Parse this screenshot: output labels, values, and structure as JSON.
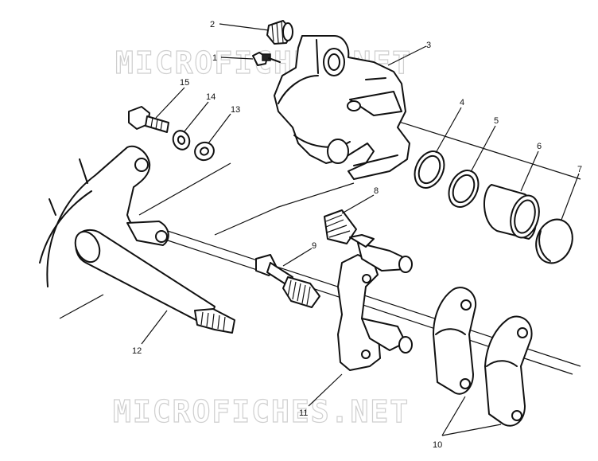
{
  "watermark": {
    "text": "MICROFICHES.NET"
  },
  "callouts": [
    {
      "id": "c1",
      "label": "1"
    },
    {
      "id": "c2",
      "label": "2"
    },
    {
      "id": "c3",
      "label": "3"
    },
    {
      "id": "c4",
      "label": "4"
    },
    {
      "id": "c5",
      "label": "5"
    },
    {
      "id": "c6",
      "label": "6"
    },
    {
      "id": "c7",
      "label": "7"
    },
    {
      "id": "c8",
      "label": "8"
    },
    {
      "id": "c9",
      "label": "9"
    },
    {
      "id": "c10",
      "label": "10"
    },
    {
      "id": "c11",
      "label": "11"
    },
    {
      "id": "c12",
      "label": "12"
    },
    {
      "id": "c13",
      "label": "13"
    },
    {
      "id": "c14",
      "label": "14"
    },
    {
      "id": "c15",
      "label": "15"
    }
  ],
  "parts": {
    "bleeder_valve": "bleeder-valve",
    "bleeder_screw": "bleeder-screw",
    "caliper_body": "caliper-body",
    "seal_ring_a": "seal-ring",
    "seal_ring_b": "seal-ring",
    "piston": "piston",
    "piston_cap": "piston-cap",
    "guide_bushing": "guide-bushing",
    "guide_pin": "guide-pin",
    "brake_pads": "brake-pads",
    "caliper_bracket": "caliper-bracket",
    "mounting_shaft": "mounting-shaft",
    "washer_13": "washer",
    "lock_washer_14": "lock-washer",
    "bolt_15": "bolt"
  }
}
